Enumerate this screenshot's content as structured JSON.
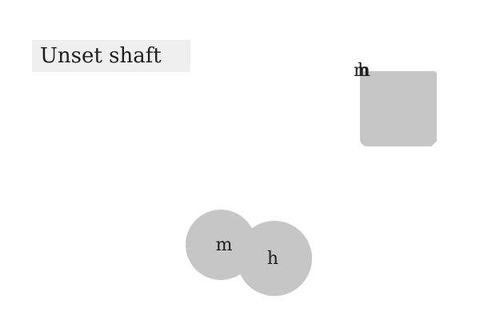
{
  "title": "Unset shaft",
  "block": {
    "label_1": "m",
    "label_2": "h"
  },
  "tokens": [
    {
      "label": "m"
    },
    {
      "label": "h"
    }
  ],
  "colors": {
    "background": "#ffffff",
    "title_box": "#efefef",
    "piece": "#c6c6c6",
    "text": "#1e1e1e"
  }
}
